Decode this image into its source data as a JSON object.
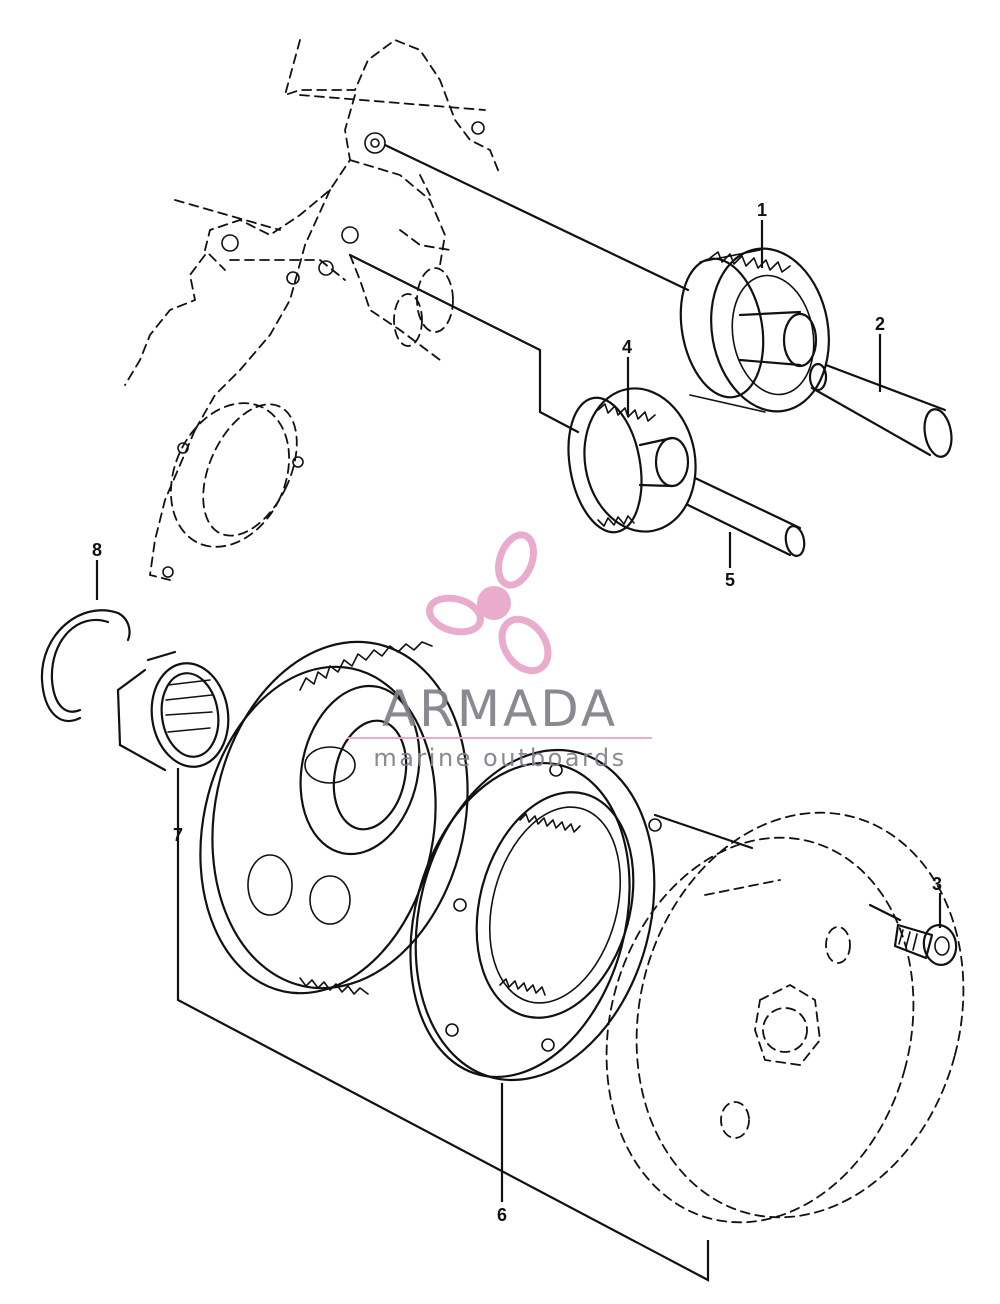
{
  "callouts": {
    "c1": "1",
    "c2": "2",
    "c3": "3",
    "c4": "4",
    "c5": "5",
    "c6": "6",
    "c7": "7",
    "c8": "8"
  },
  "watermark": {
    "brand": "ARMADA",
    "tagline": "marine outboards",
    "logo_icon": "propeller-icon",
    "logo_color": "#e9a6c8",
    "text_color": "#7f7f86"
  }
}
